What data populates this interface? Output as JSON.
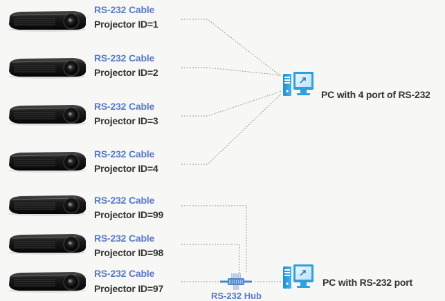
{
  "top_group": {
    "projectors": [
      {
        "cable_label": "RS-232 Cable",
        "id_label": "Projector ID=1"
      },
      {
        "cable_label": "RS-232 Cable",
        "id_label": "Projector ID=2"
      },
      {
        "cable_label": "RS-232 Cable",
        "id_label": "Projector ID=3"
      },
      {
        "cable_label": "RS-232 Cable",
        "id_label": "Projector ID=4"
      }
    ],
    "pc_label": "PC with 4 port of RS-232"
  },
  "bottom_group": {
    "projectors": [
      {
        "cable_label": "RS-232 Cable",
        "id_label": "Projector ID=99"
      },
      {
        "cable_label": "RS-232 Cable",
        "id_label": "Projector ID=98"
      },
      {
        "cable_label": "RS-232 Cable",
        "id_label": "Projector ID=97"
      }
    ],
    "hub_label": "RS-232 Hub",
    "pc_label": "PC with RS-232 port"
  },
  "colors": {
    "cable_text": "#5a79c6",
    "label_text": "#333333",
    "pc_accent": "#2f9fe0",
    "line": "#9a9a9a"
  },
  "icons": {
    "projector": "projector-icon",
    "pc": "computer-icon",
    "hub": "hub-icon"
  }
}
